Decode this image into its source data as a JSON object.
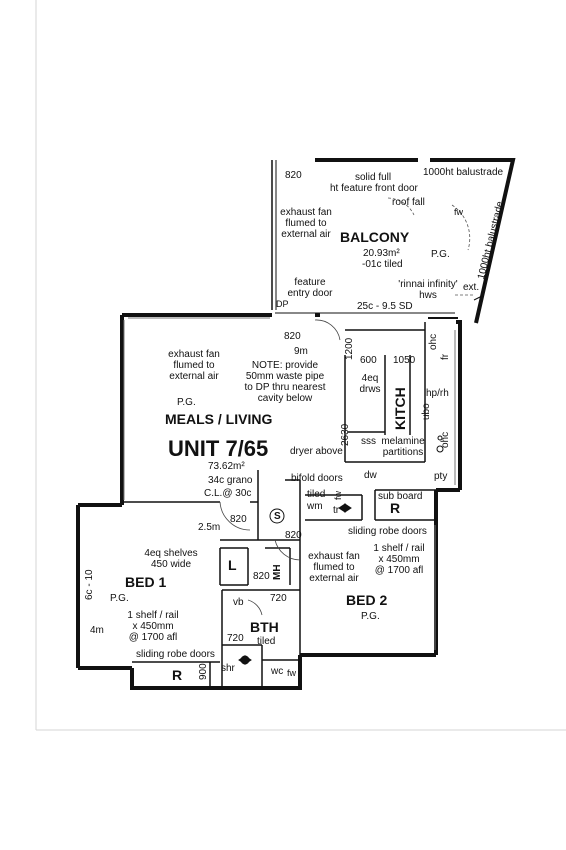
{
  "plan": {
    "unit_label": "UNIT 7/65",
    "unit_area": "73.62m²",
    "unit_finish": "34c grano",
    "unit_ceiling": "C.L.@ 30c",
    "rooms": {
      "balcony": {
        "name": "BALCONY",
        "area": "20.93m²",
        "finish": "-01c tiled",
        "pg": "P.G."
      },
      "meals_living": {
        "name": "MEALS / LIVING",
        "pg": "P.G."
      },
      "kitchen": {
        "name": "KITCH"
      },
      "bed1": {
        "name": "BED 1",
        "pg": "P.G."
      },
      "bed2": {
        "name": "BED 2",
        "pg": "P.G."
      },
      "bath": {
        "name": "BTH",
        "finish": "tiled"
      }
    },
    "notes": {
      "balcony_820": "820",
      "solid_full": "solid full",
      "balustrade_top": "1000ht balustrade",
      "feature_front_door_1": "ht feature front door",
      "roof_fall": "roof fall",
      "exhaust_balcony": "exhaust fan\nflumed to\nexternal air",
      "fw_balcony": "fw",
      "balustrade_side": "1000ht balustrade",
      "rinnai": "'rinnai infinity'\nhws",
      "ext": "ext.",
      "feature_entry": "feature\nentry door",
      "dp": "DP",
      "sd": "25c - 9.5 SD",
      "entry_820": "820",
      "dim_9m": "9m",
      "dim_1200": "1200",
      "dim_600": "600",
      "dim_1050": "1050",
      "ohc_1": "ohc",
      "fr": "fr",
      "drws": "4eq\ndrws",
      "hp_rh": "hp/rh",
      "ubo": "ubo",
      "dim_2630": "2630",
      "sss": "sss",
      "melamine": "melamine\npartitions",
      "ohc_2": "ohc",
      "dw": "dw",
      "pty": "pty",
      "exhaust_living": "exhaust fan\nflumed to\nexternal air",
      "waste_note": "NOTE: provide\n50mm waste pipe\nto DP thru nearest\ncavity below",
      "dryer": "dryer above",
      "bifold": "bifold doors",
      "tiled_ldy": "tiled",
      "wm": "wm",
      "fw_ldy": "fw",
      "tr": "tr",
      "sub_board": "sub board",
      "r_cupboard": "R",
      "sliding_bed2": "sliding robe doors",
      "s_symbol": "S",
      "dim_25m": "2.5m",
      "door_820_a": "820",
      "door_820_b": "820",
      "shelves": "4eq shelves\n450 wide",
      "l_cupboard": "L",
      "door_820_c": "820",
      "mh": "MH",
      "exhaust_bed2": "exhaust fan\nflumed to\nexternal air",
      "shelf_bed2": "1 shelf / rail\nx 450mm\n@ 1700 afl",
      "bed1_side": "6c - 10",
      "dim_4m": "4m",
      "vb": "vb",
      "dim_720_a": "720",
      "dim_720_b": "720",
      "shelf_bed1": "1 shelf / rail\nx 450mm\n@ 1700 afl",
      "sliding_bed1": "sliding robe doors",
      "r_robe": "R",
      "dim_900": "900",
      "shr": "shr",
      "wc": "wc",
      "fw_bath": "fw"
    }
  }
}
